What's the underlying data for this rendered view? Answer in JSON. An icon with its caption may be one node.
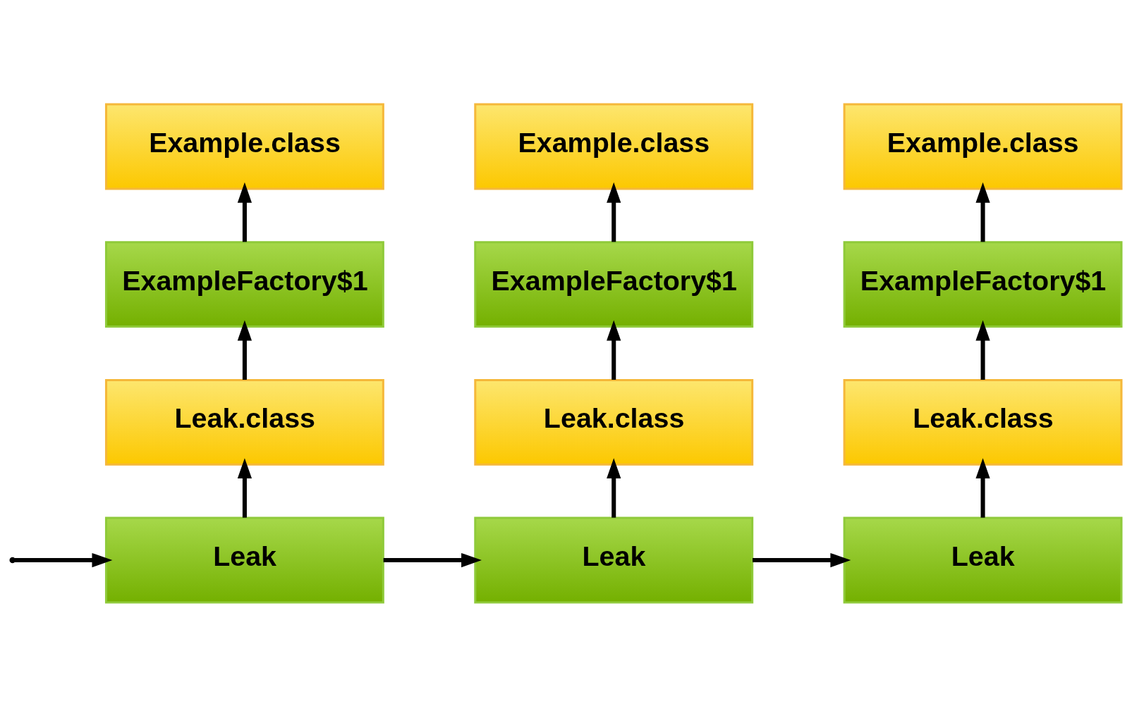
{
  "diagram": {
    "nodes": [
      {
        "text": [
          "Example.class"
        ]
      },
      {
        "text": [
          "Example.class"
        ]
      },
      {
        "text": [
          "Example.class"
        ]
      },
      {
        "text": [
          "ExampleFactory$1"
        ]
      },
      {
        "text": [
          "ExampleFactory$1"
        ]
      },
      {
        "text": [
          "ExampleFactory$1"
        ]
      },
      {
        "text": [
          "Leak.class"
        ]
      },
      {
        "text": [
          "Leak.class"
        ]
      },
      {
        "text": [
          "Leak.class"
        ]
      },
      {
        "text": [
          "Leak"
        ]
      },
      {
        "text": [
          "Leak"
        ]
      },
      {
        "text": [
          "Leak"
        ]
      }
    ],
    "edges": [
      {
        "from": null,
        "to": 9,
        "arrow": "to"
      },
      {
        "from": 9,
        "to": 6,
        "arrow": "to"
      },
      {
        "from": 6,
        "to": 3,
        "arrow": "to"
      },
      {
        "from": 3,
        "to": 0,
        "arrow": "to"
      },
      {
        "from": 9,
        "to": 10,
        "arrow": "to"
      },
      {
        "from": 10,
        "to": 7,
        "arrow": "to"
      },
      {
        "from": 7,
        "to": 4,
        "arrow": "to"
      },
      {
        "from": 4,
        "to": 1,
        "arrow": "to"
      },
      {
        "from": 10,
        "to": 11,
        "arrow": "to"
      },
      {
        "from": 11,
        "to": 8,
        "arrow": "to"
      },
      {
        "from": 8,
        "to": 5,
        "arrow": "to"
      },
      {
        "from": 5,
        "to": 2,
        "arrow": "to"
      }
    ]
  }
}
